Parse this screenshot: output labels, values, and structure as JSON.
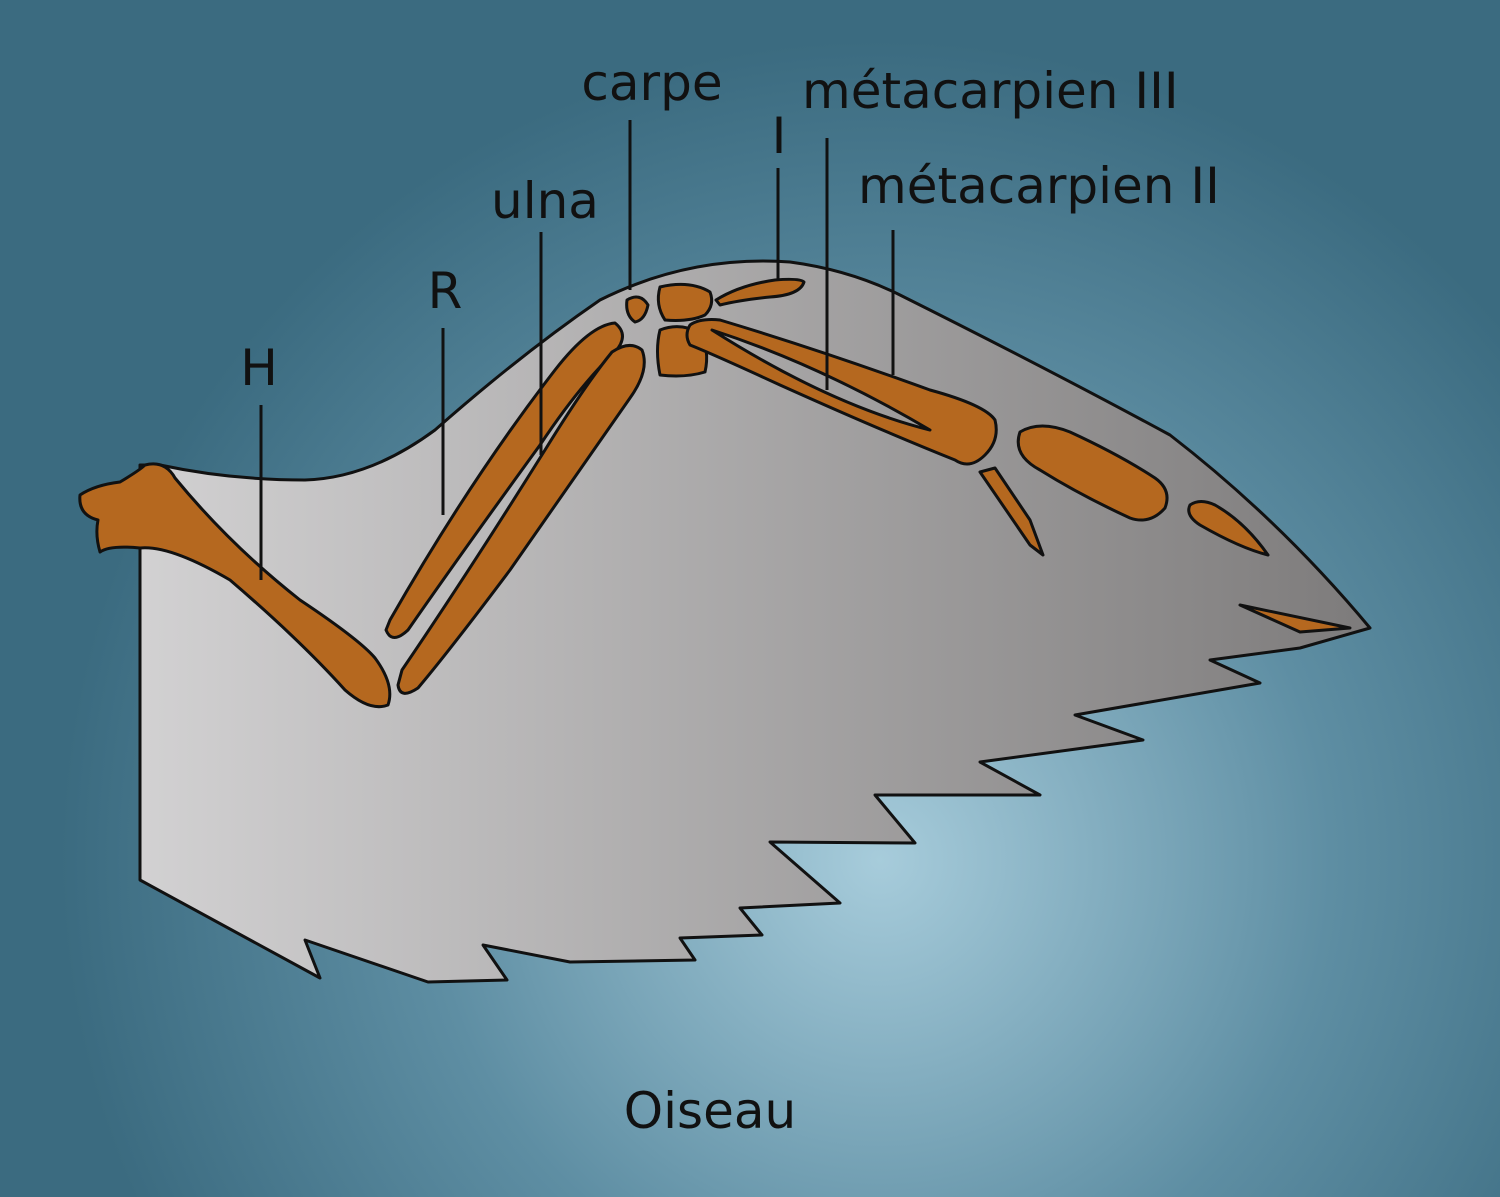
{
  "diagram": {
    "caption": "Oiseau",
    "labels": {
      "humerus": "H",
      "radius": "R",
      "ulna": "ulna",
      "carpe": "carpe",
      "digit_one": "I",
      "metacarpien_three": "métacarpien III",
      "metacarpien_two": "métacarpien II"
    }
  },
  "colors": {
    "background_dark": "#3b6b80",
    "background_light": "#a7ccdb",
    "wing_light": "#d2d1d2",
    "wing_dark": "#7d7b7b",
    "bone": "#b5681f",
    "outline": "#111111"
  }
}
